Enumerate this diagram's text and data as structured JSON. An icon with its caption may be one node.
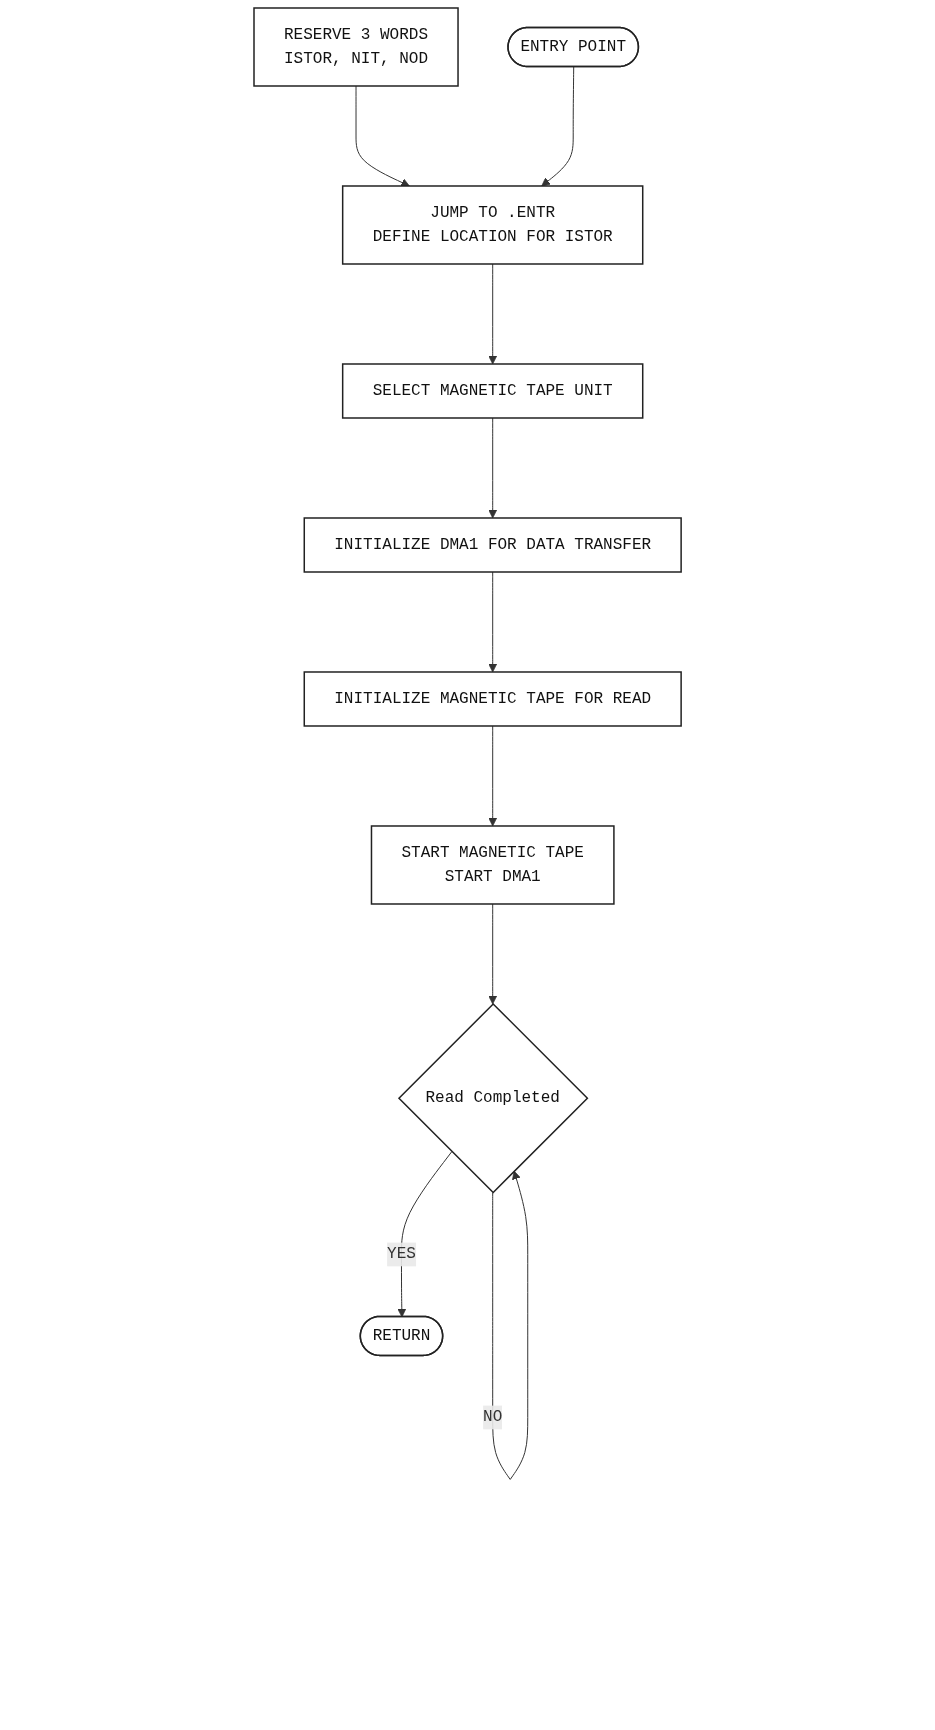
{
  "diagram": {
    "nodes": [
      {
        "text": [
          "RESERVE 3 WORDS",
          "ISTOR, NIT, NOD"
        ]
      },
      {
        "text": [
          "ENTRY POINT"
        ]
      },
      {
        "text": [
          "JUMP TO .ENTR",
          "DEFINE LOCATION FOR ISTOR"
        ]
      },
      {
        "text": [
          "SELECT MAGNETIC TAPE UNIT"
        ]
      },
      {
        "text": [
          "INITIALIZE DMA1 FOR DATA TRANSFER"
        ]
      },
      {
        "text": [
          "INITIALIZE MAGNETIC TAPE FOR READ"
        ]
      },
      {
        "text": [
          "START MAGNETIC TAPE",
          "START DMA1"
        ]
      },
      {
        "text": [
          "Read Completed"
        ]
      },
      {
        "text": [
          "RETURN"
        ]
      }
    ],
    "edges": [
      {
        "from": 0,
        "to": 2,
        "arrow": "to"
      },
      {
        "from": 1,
        "to": 2,
        "arrow": "to"
      },
      {
        "from": 2,
        "to": 3,
        "arrow": "to"
      },
      {
        "from": 3,
        "to": 4,
        "arrow": "to"
      },
      {
        "from": 4,
        "to": 5,
        "arrow": "to"
      },
      {
        "from": 5,
        "to": 6,
        "arrow": "to"
      },
      {
        "from": 6,
        "to": 7,
        "arrow": "to"
      },
      {
        "from": 7,
        "to": 7,
        "arrow": "to",
        "label": "NO"
      },
      {
        "from": 7,
        "to": 8,
        "arrow": "to",
        "label": "YES"
      }
    ]
  }
}
